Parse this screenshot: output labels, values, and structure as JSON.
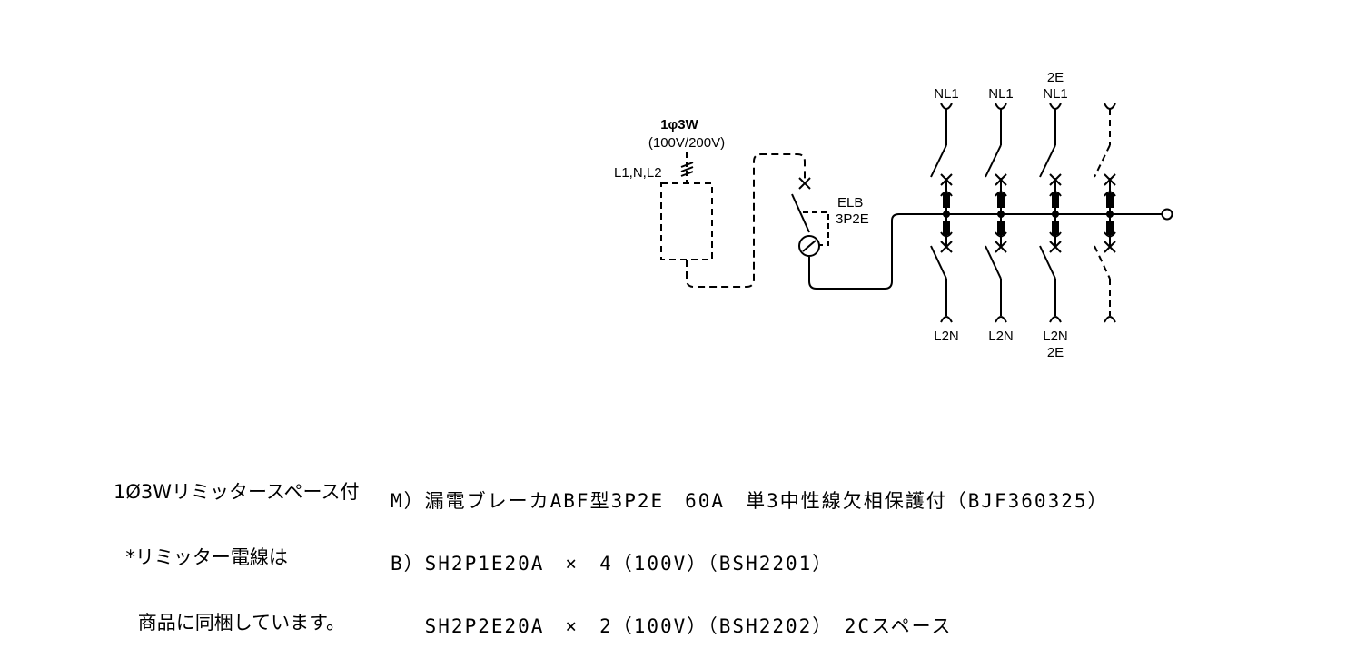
{
  "diagram": {
    "supply": {
      "phase_label": "1φ3W",
      "voltage_label": "(100V/200V)",
      "lines_label": "L1,N,L2"
    },
    "main_breaker": {
      "line1": "ELB",
      "line2": "3P2E"
    },
    "branches": [
      {
        "top_label": [
          "NL1"
        ],
        "bottom_label": [
          "L2N"
        ],
        "style": "solid"
      },
      {
        "top_label": [
          "NL1"
        ],
        "bottom_label": [
          "L2N"
        ],
        "style": "solid"
      },
      {
        "top_label": [
          "2E",
          "NL1"
        ],
        "bottom_label": [
          "L2N",
          "2E"
        ],
        "style": "solid"
      },
      {
        "top_label": [],
        "bottom_label": [],
        "style": "dashed"
      }
    ]
  },
  "left_notes": {
    "line1": "1Ø3Wリミッタースペース付",
    "line2": "  *リミッター電線は",
    "line3": "    商品に同梱しています。"
  },
  "spec_notes": {
    "line1": "M）漏電ブレーカABF型3P2E　60A　単3中性線欠相保護付（BJF360325）",
    "line2": "B）SH2P1E20A　×　4（100V）（BSH2201）",
    "line3": "　 SH2P2E20A　×　2（100V）（BSH2202）　2Cスペース"
  }
}
